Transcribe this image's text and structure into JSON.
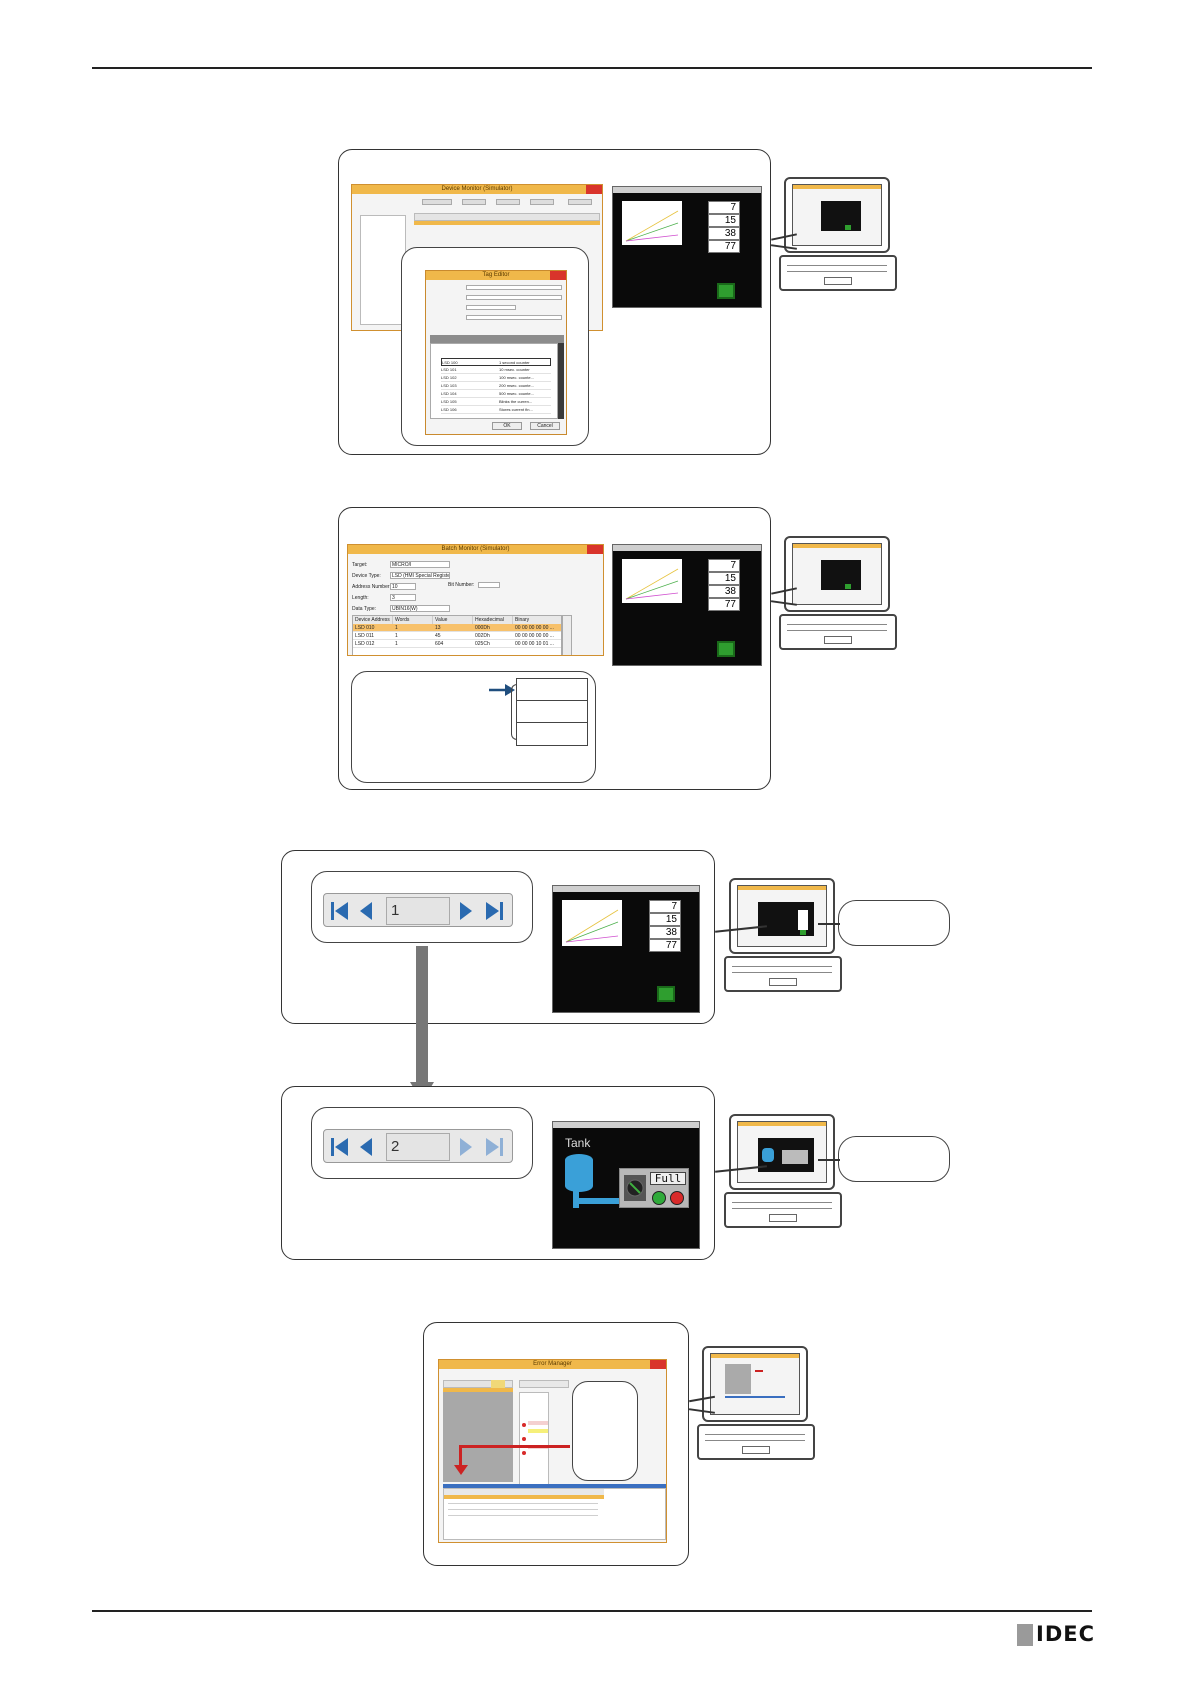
{
  "panel1": {
    "device_monitor_title": "Device Monitor (Simulator)",
    "tag_editor_title": "Tag Editor",
    "hmi_values": [
      "7",
      "15",
      "38",
      "77"
    ],
    "tag_rows": [
      [
        "LSD 100",
        "",
        "1 second counter"
      ],
      [
        "LSD 101",
        "",
        "10 msec. counter"
      ],
      [
        "LSD 102",
        "",
        "100 msec. counte..."
      ],
      [
        "LSD 103",
        "",
        "200 msec. counte..."
      ],
      [
        "LSD 104",
        "",
        "500 msec. counte..."
      ],
      [
        "LSD 105",
        "",
        "Blinks the curren..."
      ],
      [
        "LSD 106",
        "",
        "Stores current fin..."
      ]
    ],
    "tag_buttons": [
      "OK",
      "Cancel"
    ]
  },
  "panel2": {
    "batch_monitor_title": "Batch Monitor (Simulator)",
    "form": [
      {
        "label": "Target:",
        "value": "MICRO/I"
      },
      {
        "label": "Device Type:",
        "value": "LSD (HMI Special Register)"
      },
      {
        "label": "Address Number:",
        "value": "10"
      },
      {
        "label": "Length:",
        "value": "3"
      },
      {
        "label": "Data Type:",
        "value": "UBIN16(W)"
      }
    ],
    "bit_number_label": "Bit Number:",
    "columns": [
      "Device Address",
      "Words",
      "Value",
      "Hexadecimal",
      "Binary"
    ],
    "rows": [
      [
        "LSD 010",
        "1",
        "13",
        "000Dh",
        "00 00 00 00 00 ..."
      ],
      [
        "LSD 011",
        "1",
        "45",
        "002Dh",
        "00 00 00 00 00 ..."
      ],
      [
        "LSD 012",
        "1",
        "604",
        "025Ch",
        "00 00 00 10 01 ..."
      ]
    ],
    "hmi_values": [
      "7",
      "15",
      "38",
      "77"
    ]
  },
  "panel3": {
    "page1": "1",
    "page2": "2",
    "hmi_values": [
      "7",
      "15",
      "38",
      "77"
    ],
    "tank_label": "Tank",
    "full_label": "Full"
  },
  "panel4": {
    "title": "Error Manager"
  },
  "footer": {
    "logo": "IDEC"
  }
}
